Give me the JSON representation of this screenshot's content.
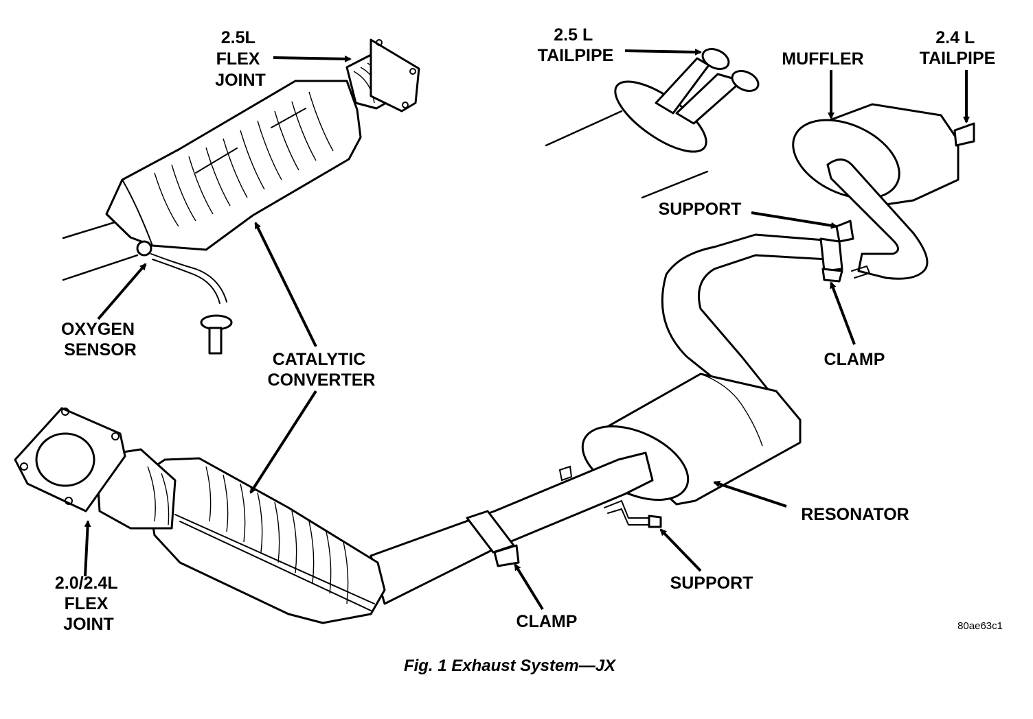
{
  "labels": {
    "flex_joint_25": [
      "2.5L",
      "FLEX",
      "JOINT"
    ],
    "oxygen_sensor": [
      "OXYGEN",
      "SENSOR"
    ],
    "catalytic_converter": [
      "CATALYTIC",
      "CONVERTER"
    ],
    "flex_joint_2024": [
      "2.0/2.4L",
      "FLEX",
      "JOINT"
    ],
    "clamp_front": "CLAMP",
    "support_front": "SUPPORT",
    "resonator": "RESONATOR",
    "clamp_rear": "CLAMP",
    "support_rear": "SUPPORT",
    "tailpipe_25": [
      "2.5 L",
      "TAILPIPE"
    ],
    "muffler": "MUFFLER",
    "tailpipe_24": [
      "2.4 L",
      "TAILPIPE"
    ]
  },
  "reference_code": "80ae63c1",
  "caption": "Fig. 1 Exhaust System—JX"
}
